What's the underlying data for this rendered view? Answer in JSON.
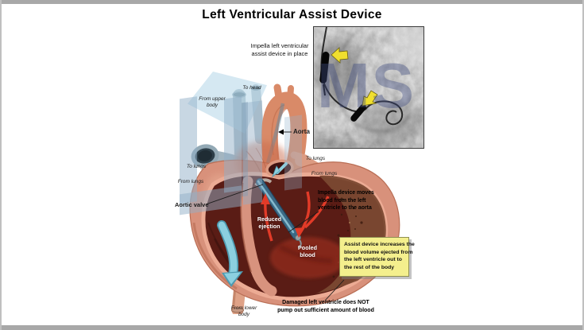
{
  "title": "Left Ventricular Assist Device",
  "xray": {
    "caption": [
      "Impella left ventricular",
      "assist device in place"
    ],
    "pointer_arrow_color": "#f0df2f"
  },
  "watermark": {
    "text": "MS"
  },
  "heart_labels": {
    "to_head": "To head",
    "from_upper_body": [
      "From upper",
      "body"
    ],
    "aorta": "Aorta",
    "to_lungs_left": "To lungs",
    "from_lungs_left": "From lungs",
    "aortic_valve": "Aortic valve",
    "to_lungs_right": "To lungs",
    "from_lungs_right": "From lungs",
    "reduced_ejection": [
      "Reduced",
      "ejection"
    ],
    "pooled_blood": [
      "Pooled",
      "blood"
    ],
    "from_lower_body": [
      "From lower",
      "body"
    ]
  },
  "annotations": {
    "impella_note": [
      "Impella device moves",
      "blood from the left",
      "ventricle to the aorta"
    ],
    "assist_box": [
      "Assist device increases the",
      "blood volume ejected from",
      "the left ventricle out to",
      "the rest of the body"
    ],
    "damaged_note": [
      "Damaged left ventricle does NOT",
      "pump out sufficient amount of blood"
    ]
  },
  "colors": {
    "frame_gray": "#a8a8a8",
    "note_box_bg": "#f4ef8d",
    "note_box_border": "#8f8f52",
    "device_blue": "#3c6a86",
    "flow_arrow_blue": "#8ccfdf",
    "flow_arrow_red": "#e23b28",
    "heart_exterior": "#d8917b",
    "heart_interior": "#5a1c15",
    "vessel_gray_blue": "#aebec8",
    "aorta_salmon": "#d98a68"
  }
}
